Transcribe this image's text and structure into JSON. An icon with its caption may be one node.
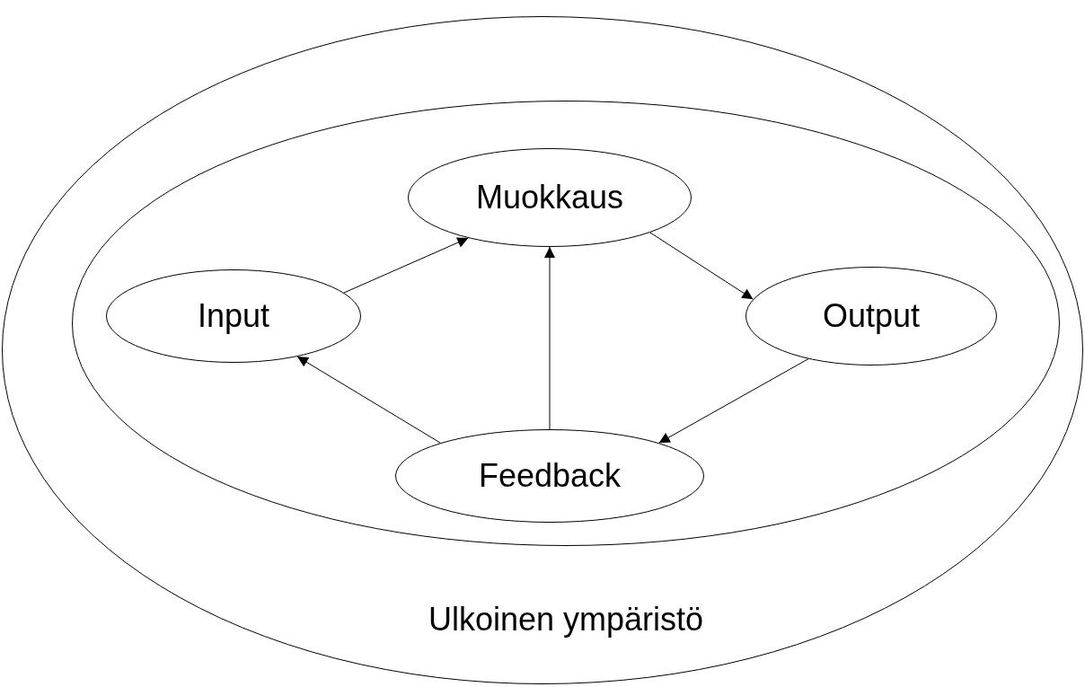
{
  "diagram": {
    "nodes": [
      {
        "text": [
          "Ulkoinen ympäristö"
        ]
      },
      {
        "text": [],
        "shape": "ellipse",
        "in": 0
      },
      {
        "text": [
          "Muokkaus"
        ],
        "in": 1
      },
      {
        "text": [
          "Input"
        ],
        "in": 1
      },
      {
        "text": [
          "Output"
        ],
        "in": 1
      },
      {
        "text": [
          "Feedback"
        ],
        "in": 1
      }
    ],
    "edges": [
      {
        "from": 3,
        "to": 2,
        "arrow": "to"
      },
      {
        "from": 2,
        "to": 4,
        "arrow": "to"
      },
      {
        "from": 4,
        "to": 5,
        "arrow": "to"
      },
      {
        "from": 5,
        "to": 3,
        "arrow": "to"
      },
      {
        "from": 5,
        "to": 2,
        "arrow": "to"
      }
    ]
  }
}
